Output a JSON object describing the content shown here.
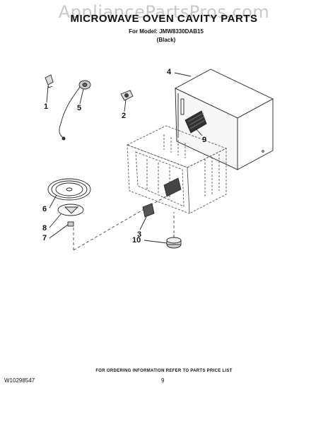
{
  "watermark": "AppliancePartsPros.com",
  "title": "MICROWAVE OVEN CAVITY PARTS",
  "subtitle": {
    "model": "For Model: JMW8330DAB15",
    "color": "(Black)"
  },
  "callouts": [
    "1",
    "2",
    "3",
    "4",
    "5",
    "6",
    "7",
    "8",
    "9",
    "10"
  ],
  "footer": {
    "note": "FOR ORDERING INFORMATION REFER TO PARTS PRICE LIST",
    "doc_number": "W10298547",
    "page": "9"
  }
}
